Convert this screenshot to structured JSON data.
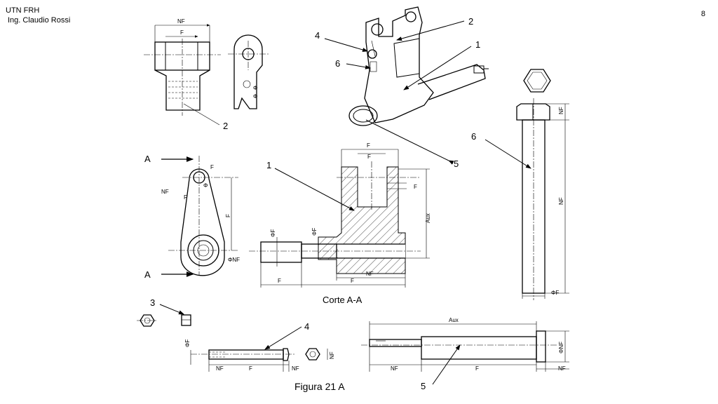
{
  "header": {
    "line1": "UTN FRH",
    "line2": "Ing. Claudio Rossi",
    "page": "8"
  },
  "figure": {
    "caption": "Figura 21 A",
    "section_title": "Corte A-A"
  },
  "callouts": {
    "c1": "1",
    "c2": "2",
    "c3": "3",
    "c4": "4",
    "c5": "5",
    "c6": "6",
    "cA": "A"
  },
  "dims": {
    "nf": "NF",
    "f": "F",
    "aux": "Aux",
    "phi_f": "ΦF",
    "phi_nf": "ΦNF",
    "phi": "Φ"
  }
}
